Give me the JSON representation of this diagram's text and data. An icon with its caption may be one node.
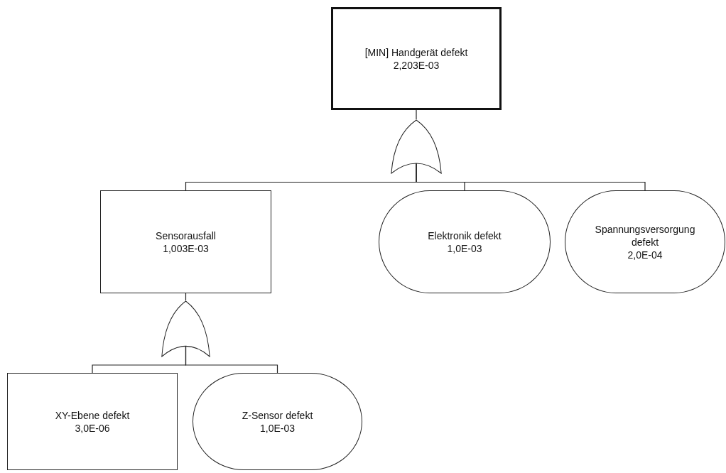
{
  "diagram": {
    "nodes": [
      {
        "text": [
          "[MIN] Handgerät defekt",
          "2,203E-03"
        ]
      },
      {
        "text": [],
        "shape": "gate"
      },
      {
        "text": [
          "Sensorausfall",
          "1,003E-03"
        ]
      },
      {
        "text": [
          "Elektronik defekt",
          "1,0E-03"
        ]
      },
      {
        "text": [
          "Spannungsversorgung defekt",
          "2,0E-04"
        ]
      },
      {
        "text": [],
        "shape": "gate"
      },
      {
        "text": [
          "XY-Ebene defekt",
          "3,0E-06"
        ]
      },
      {
        "text": [
          "Z-Sensor defekt",
          "1,0E-03"
        ]
      }
    ],
    "edges": [
      {
        "from": 0,
        "to": 1,
        "arrow": "none"
      },
      {
        "from": 1,
        "to": 2,
        "arrow": "none"
      },
      {
        "from": 1,
        "to": 3,
        "arrow": "none"
      },
      {
        "from": 1,
        "to": 4,
        "arrow": "none"
      },
      {
        "from": 2,
        "to": 5,
        "arrow": "none"
      },
      {
        "from": 5,
        "to": 6,
        "arrow": "none"
      },
      {
        "from": 5,
        "to": 7,
        "arrow": "none"
      }
    ]
  }
}
